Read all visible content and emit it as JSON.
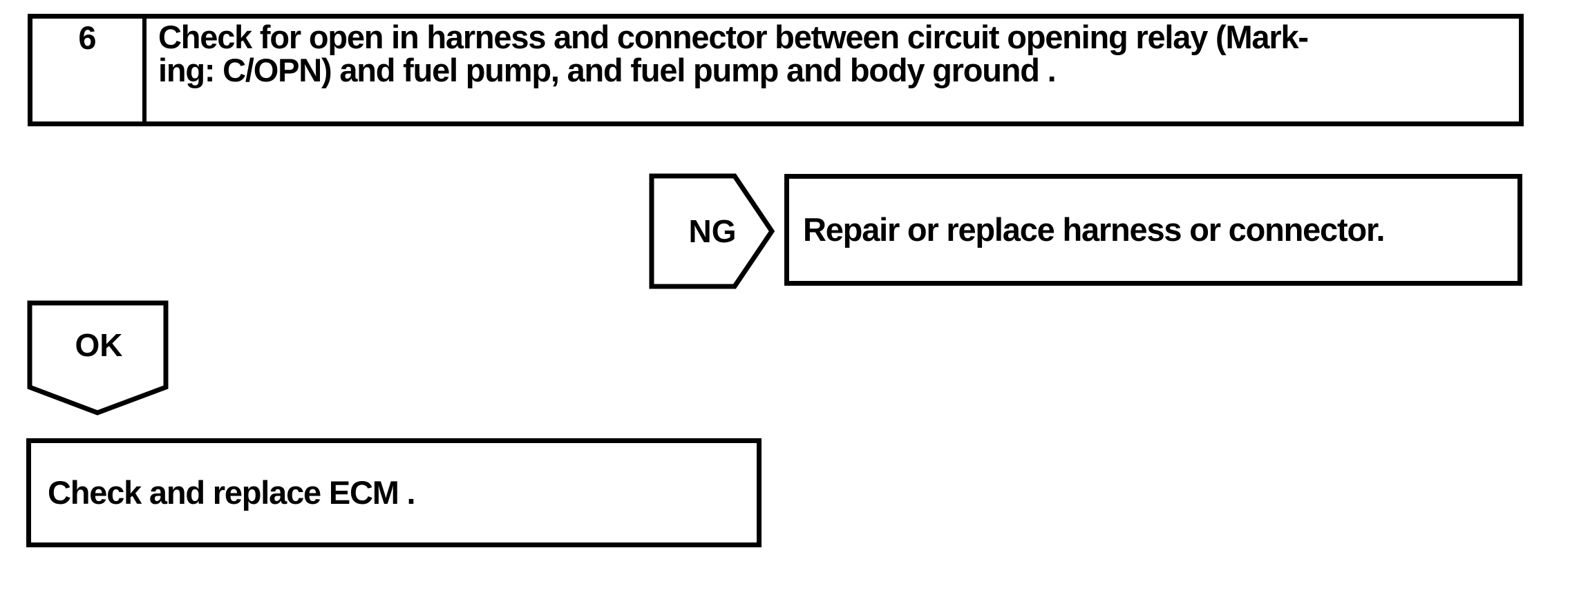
{
  "page": {
    "paper_color": "#ffffff",
    "ink_color": "#000000"
  },
  "step": {
    "number": "6",
    "lines": [
      "Check for open in harness and connector between circuit opening relay (Mark-",
      "ing: C/OPN) and fuel pump, and fuel pump and body ground ."
    ]
  },
  "ng_branch": {
    "label": "NG",
    "result": "Repair or replace harness or connector."
  },
  "ok_branch": {
    "label": "OK",
    "result": "Check and replace ECM ."
  }
}
